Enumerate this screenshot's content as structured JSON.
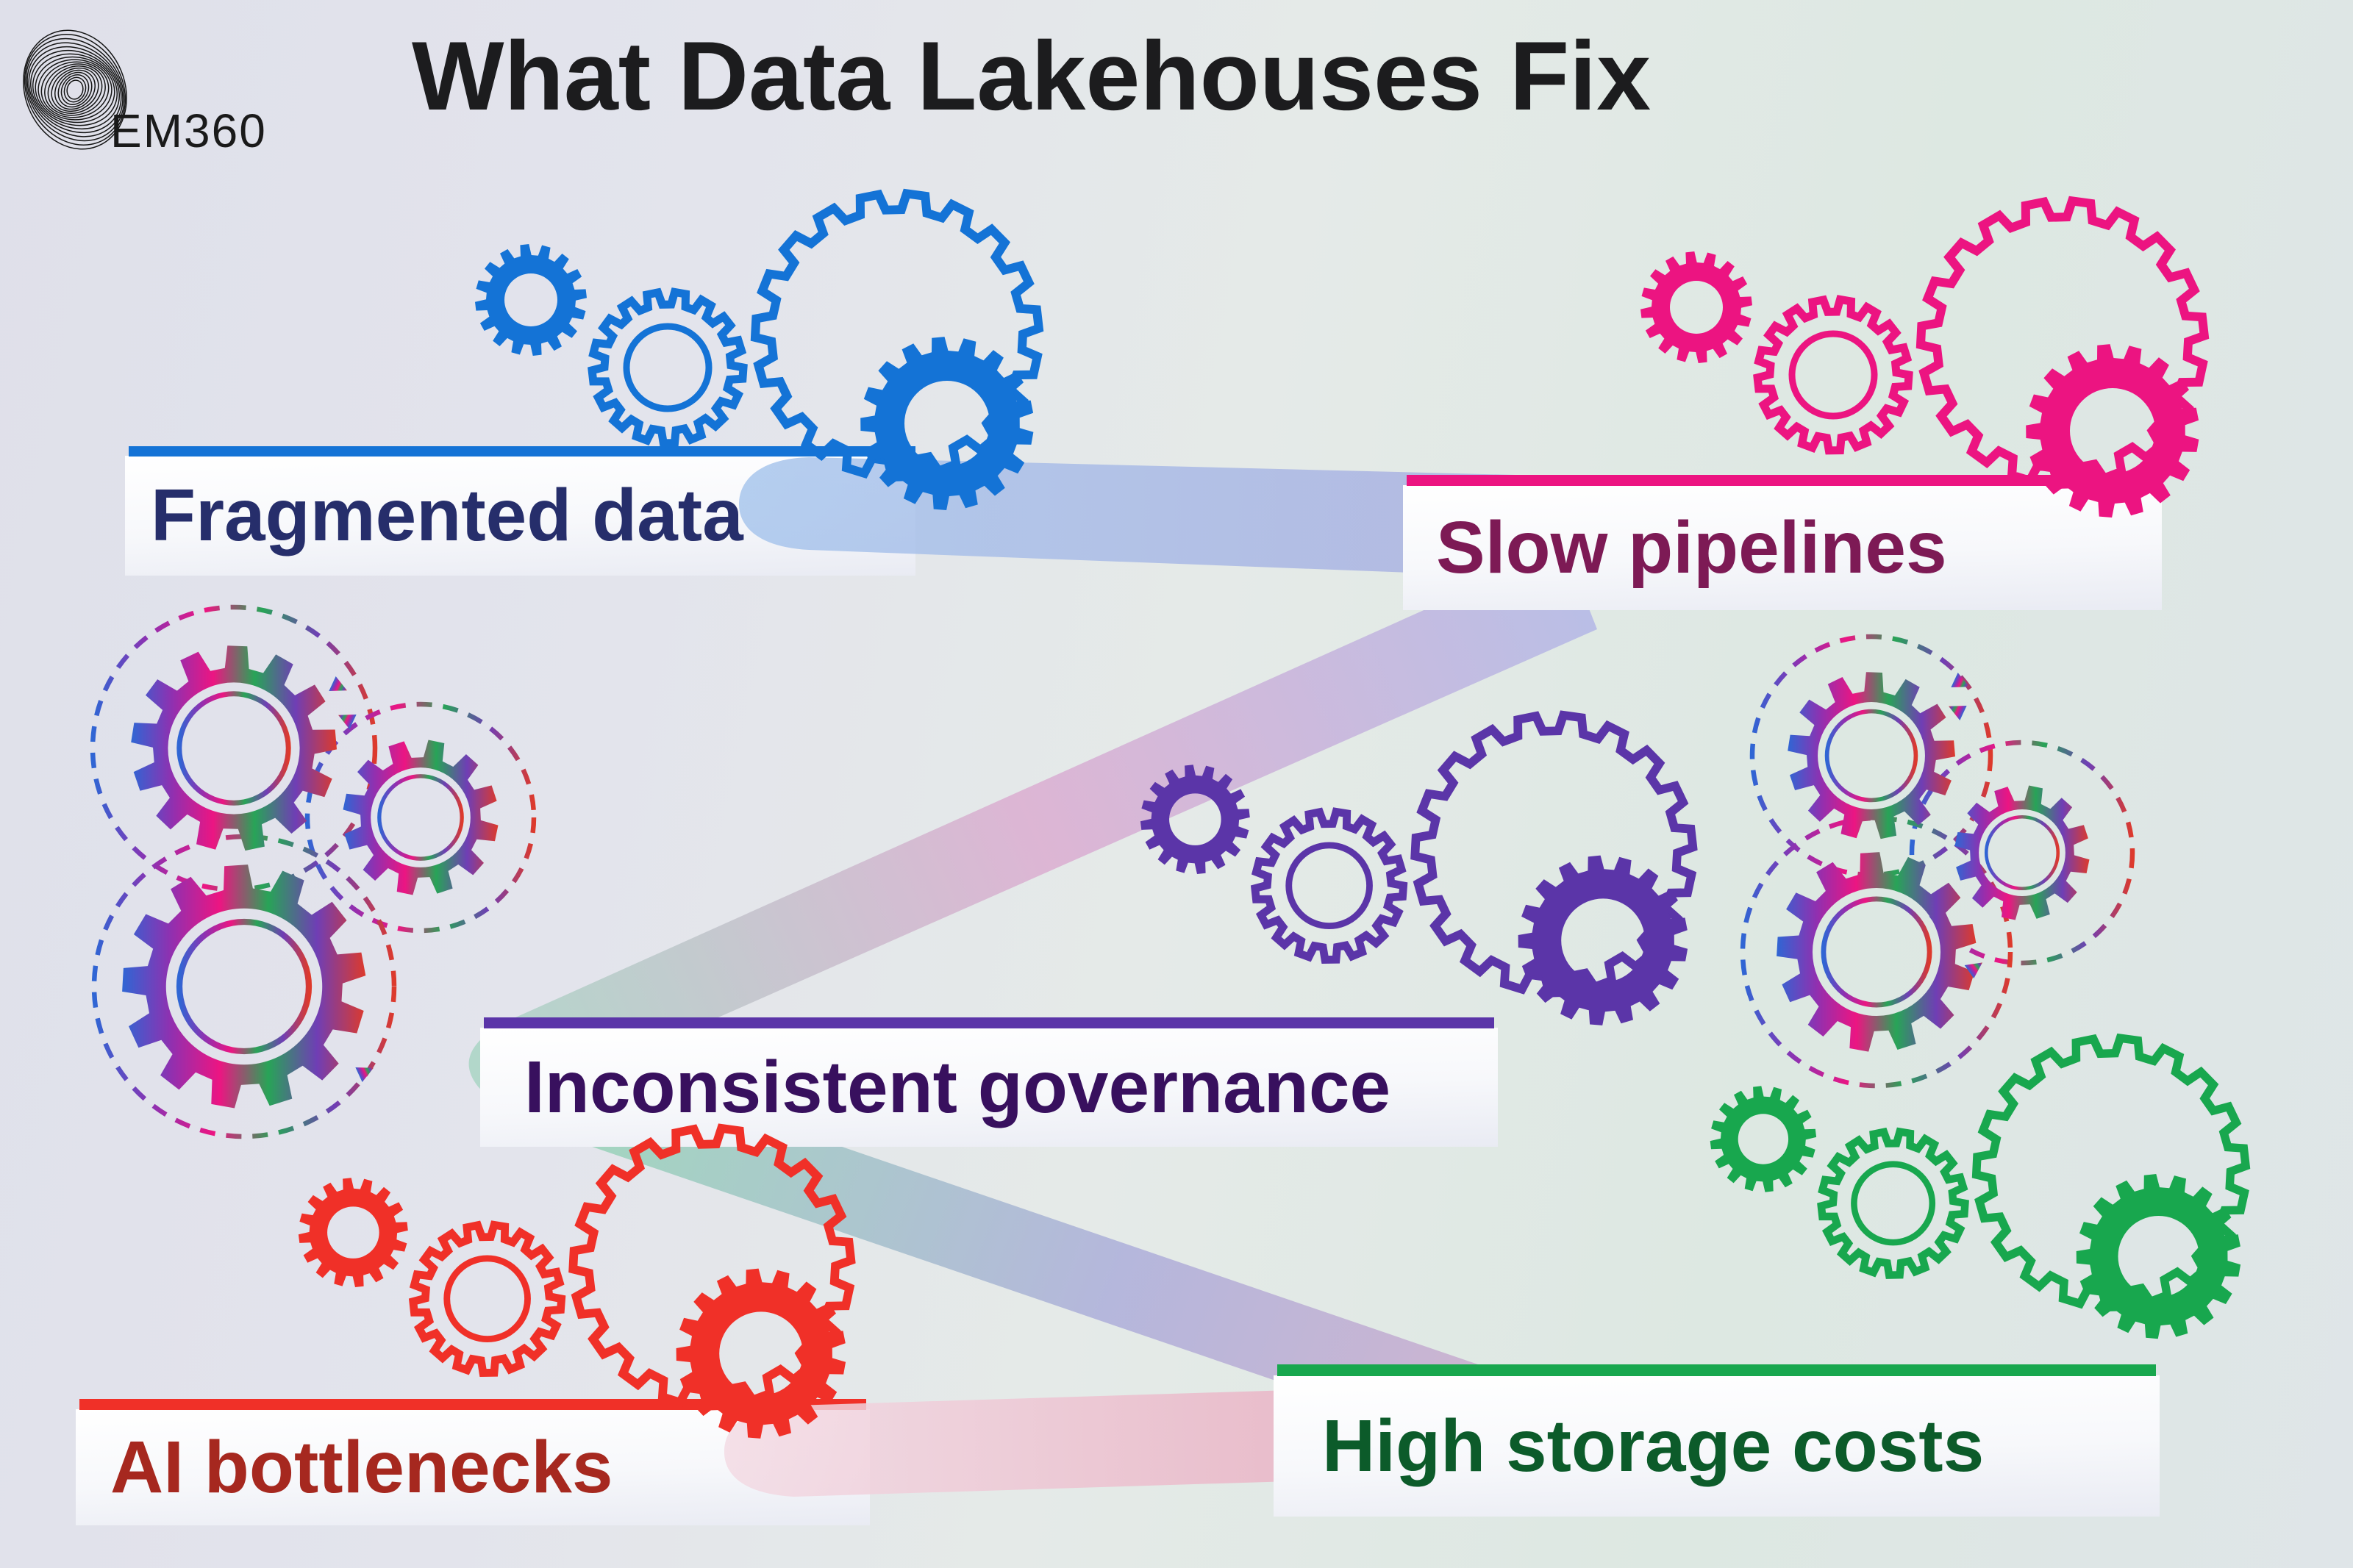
{
  "logo": {
    "brand": "EM360",
    "icon": "em360-swirl-logo"
  },
  "title": "What Data Lakehouses Fix",
  "problems": [
    {
      "label": "Fragmented data",
      "accent": "#1473d6",
      "text_color": "#262e6b"
    },
    {
      "label": "Slow pipelines",
      "accent": "#ec1481",
      "text_color": "#7d1a55"
    },
    {
      "label": "Inconsistent governance",
      "accent": "#5b35a8",
      "text_color": "#38105e"
    },
    {
      "label": "High storage costs",
      "accent": "#18a74e",
      "text_color": "#0c5b2a"
    },
    {
      "label": "AI bottlenecks",
      "accent": "#f03028",
      "text_color": "#a6281f"
    }
  ],
  "decor": {
    "rainbow_stops": [
      "#2f66d4",
      "#9030b0",
      "#ec1582",
      "#28a457",
      "#6f3eb5",
      "#dd3a2c"
    ],
    "background": "#e2e4ec",
    "gear_icon": "gear-icon",
    "rotation_arrow_icon": "rotation-arrow-icon"
  }
}
